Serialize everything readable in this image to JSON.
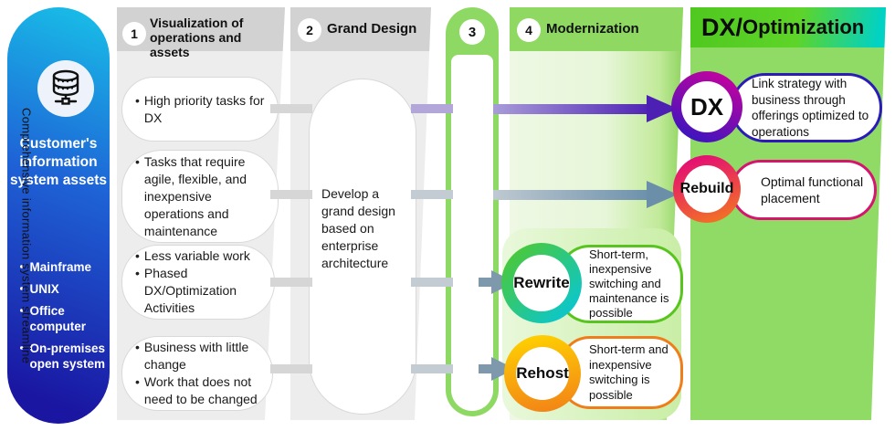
{
  "pillar": {
    "title": "Customer's information system assets",
    "bullet": "・",
    "items": [
      "Mainframe",
      "UNIX",
      "Office computer",
      "On-premises open system"
    ],
    "icon": "database-icon"
  },
  "card_bullet": "•",
  "steps": {
    "s1": {
      "num": "1",
      "title": "Visualization of operations and assets",
      "cards": [
        {
          "items": [
            "High priority tasks for DX"
          ]
        },
        {
          "items": [
            "Tasks that require agile, flexible, and inexpensive operations and maintenance"
          ]
        },
        {
          "items": [
            "Less variable work",
            "Phased DX/Optimization Activities"
          ]
        },
        {
          "items": [
            "Business with little change",
            "Work that does not need to be changed"
          ]
        }
      ]
    },
    "s2": {
      "num": "2",
      "title": "Grand Design",
      "card": "Develop a grand design based on enterprise architecture"
    },
    "s3": {
      "num": "3",
      "vertical_label": "Comprehensive information system streamline"
    },
    "s4": {
      "num": "4",
      "title": "Modernization"
    }
  },
  "dx_panel": {
    "title_prefix": "DX/",
    "title_suffix": "Optimization"
  },
  "outcomes": [
    {
      "badge": "DX",
      "text": "Link strategy with business through offerings optimized to operations",
      "ring_angle": "205deg",
      "ring_from": "#d4009b",
      "ring_to": "#2a17c2",
      "pill_border": "#2b1cb8"
    },
    {
      "badge": "Rebuild",
      "text": "Optimal functional placement",
      "ring_angle": "160deg",
      "ring_from": "#e2007f",
      "ring_to": "#f47d1b",
      "pill_border": "#d6156e"
    },
    {
      "badge": "Rewrite",
      "text": "Short-term, inexpensive switching and maintenance is possible",
      "ring_angle": "135deg",
      "ring_from": "#55c922",
      "ring_to": "#00c6e6",
      "pill_border": "#58c51e"
    },
    {
      "badge": "Rehost",
      "text": "Short-term and inexpensive switching is possible",
      "ring_angle": "170deg",
      "ring_from": "#ffd400",
      "ring_to": "#f28018",
      "pill_border": "#ef7d1a"
    }
  ],
  "colors": {
    "pillar_gradient_top": "#18c2e8",
    "pillar_gradient_mid": "#1e62d6",
    "pillar_gradient_bottom": "#1a16a2",
    "gray_header": "#d2d2d2",
    "gray_body": "#ededed",
    "green_header": "#8fd962",
    "green_capsule": "#8ed964",
    "dx_panel_body": "#90da66",
    "dx_header_from": "#4fc81f",
    "dx_header_to": "#00d2c6",
    "arrow1_from": "#a89cd8",
    "arrow1_to": "#5126b6",
    "arrow2_from": "#bfc9d1",
    "arrow2_to": "#6e92ac",
    "arrow_short": "#7e99ab",
    "connector_gray": "#d6d6d6",
    "connector_purple": "#b3a7d9",
    "connector_steel": "#c4ccd3"
  }
}
